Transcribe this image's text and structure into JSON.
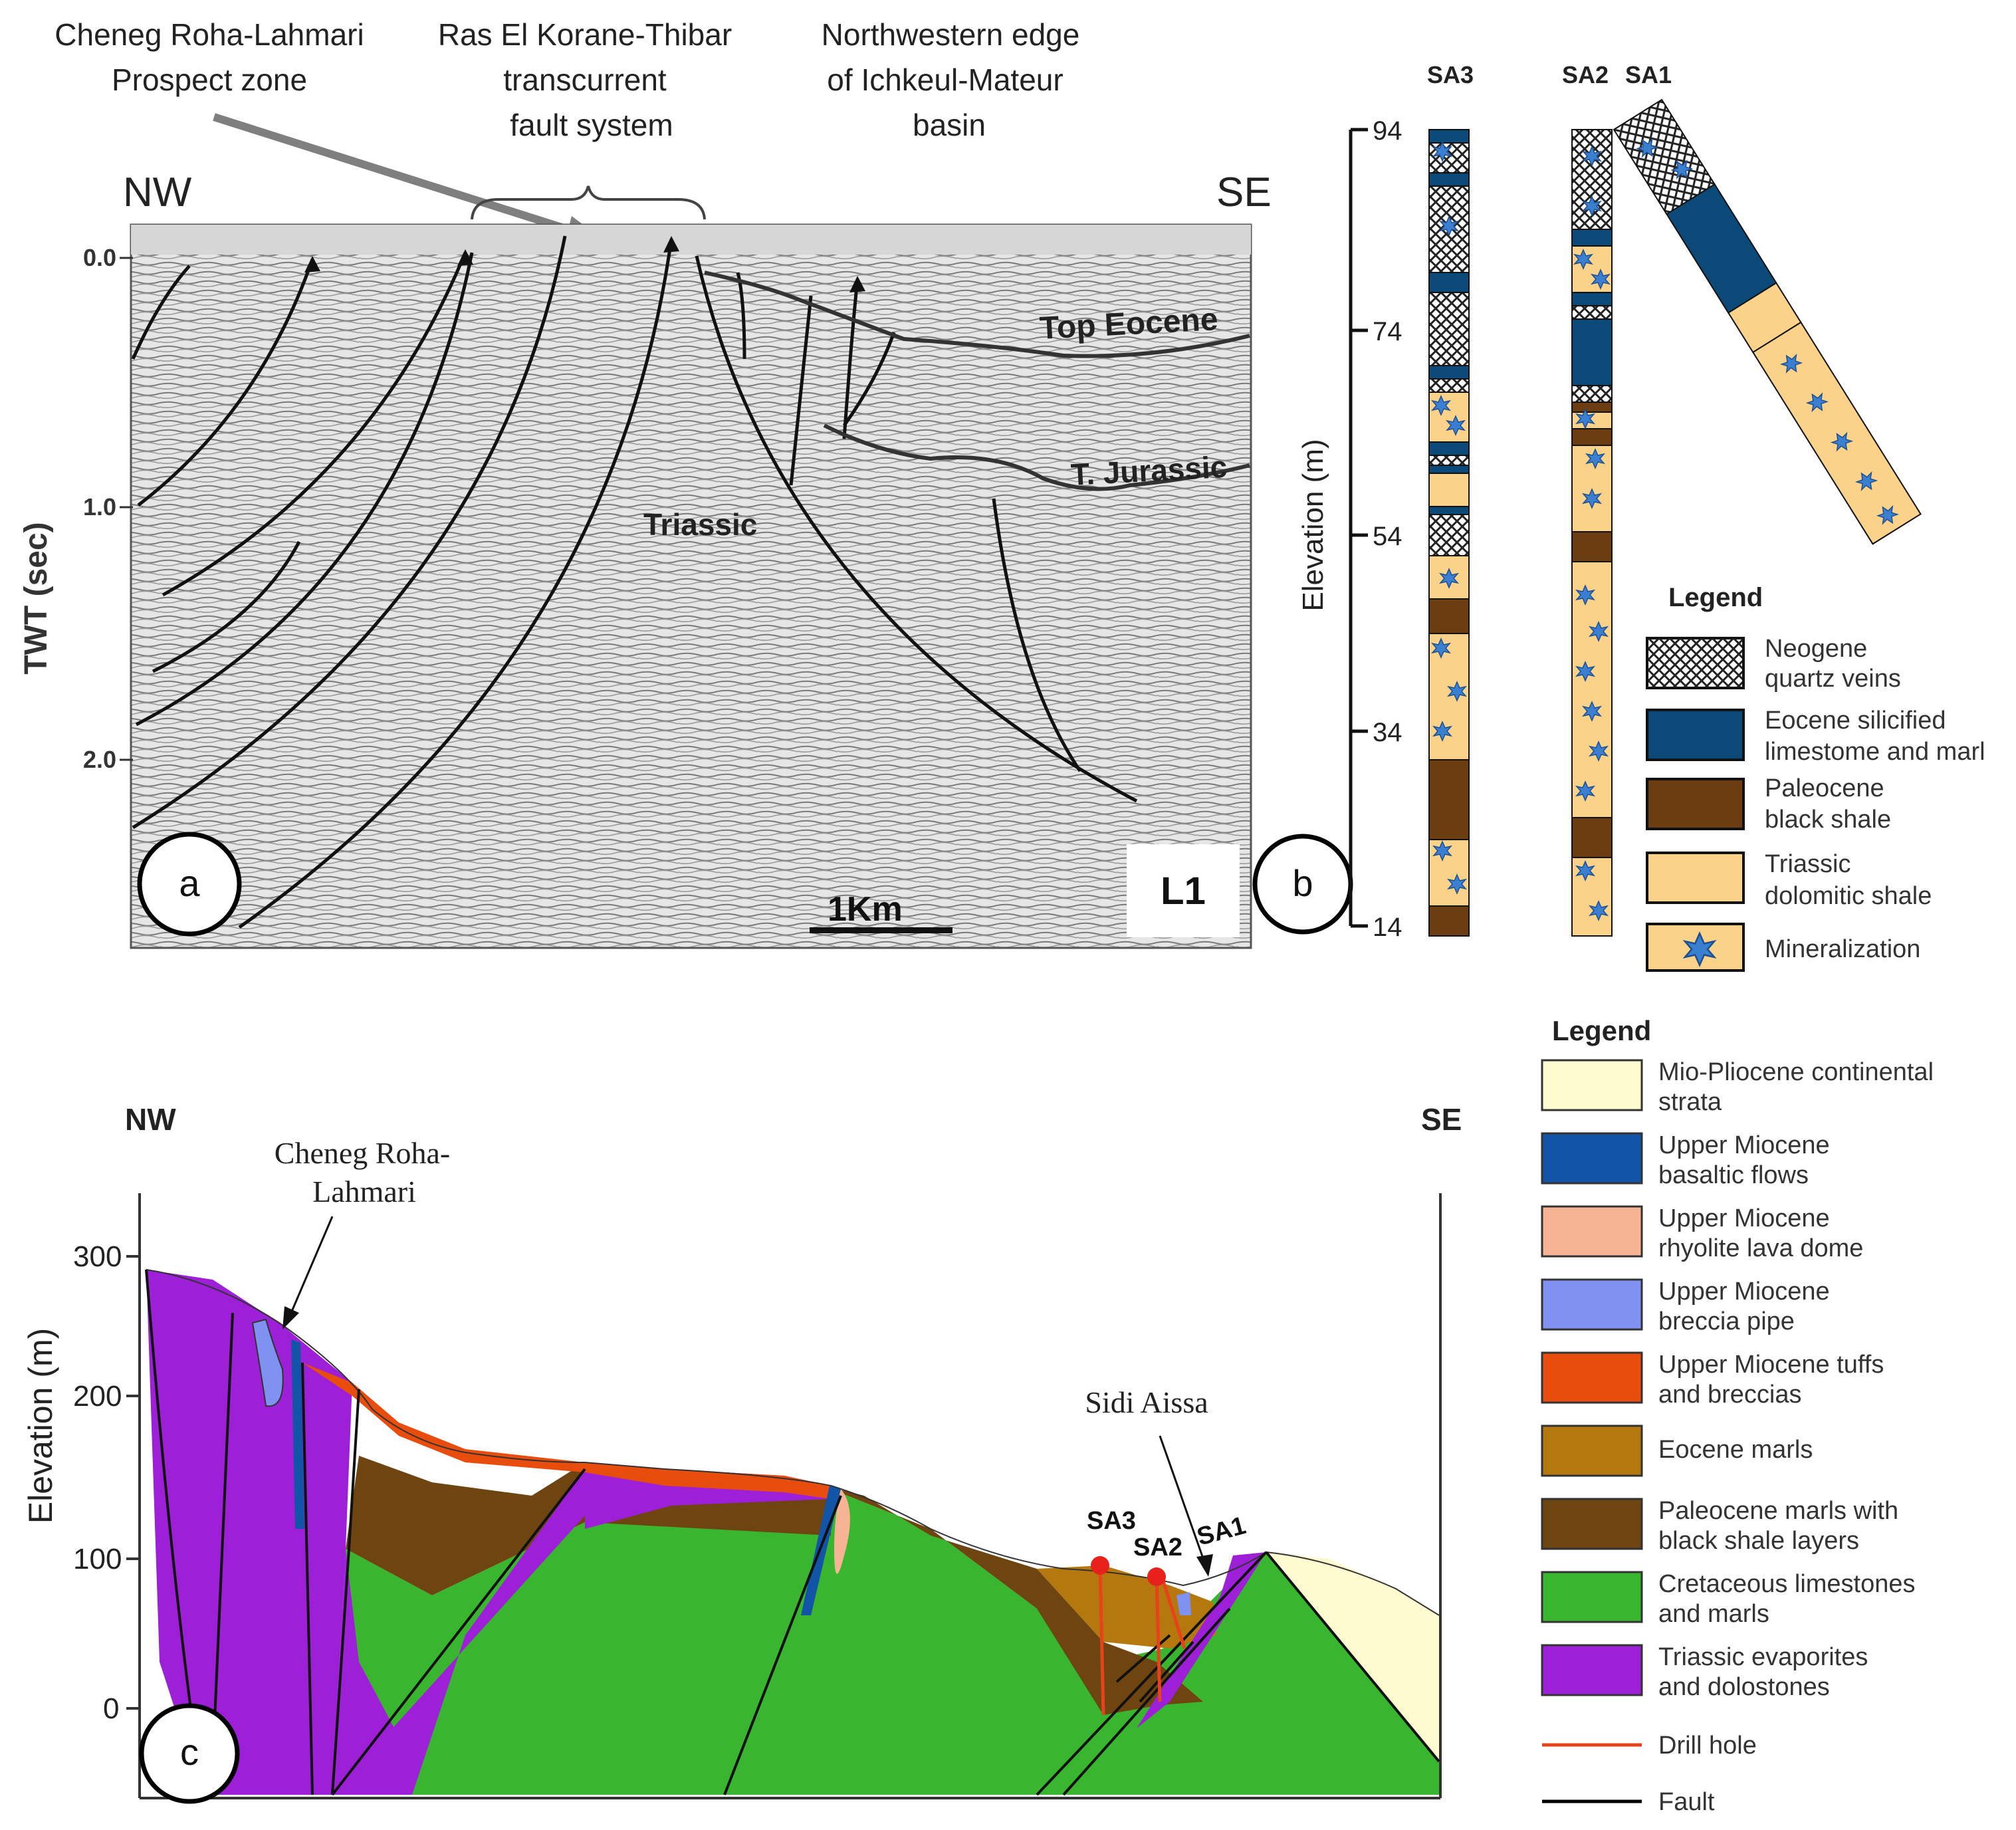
{
  "panel_a": {
    "callouts": {
      "prospect": [
        "Cheneg Roha-Lahmari",
        "Prospect zone"
      ],
      "fault_system": [
        "Ras El Korane-Thibar",
        "transcurrent",
        "fault system"
      ],
      "basin_edge": [
        "Northwestern edge",
        "of Ichkeul-Mateur",
        "basin"
      ]
    },
    "nw": "NW",
    "se": "SE",
    "y_axis_label": "TWT (sec)",
    "y_ticks": [
      "0.0",
      "1.0",
      "2.0"
    ],
    "horizon_top_eocene": "Top Eocene",
    "horizon_t_jurassic": "T. Jurassic",
    "unit_triassic": "Triassic",
    "scale_bar": "1Km",
    "line_id": "L1",
    "panel_label": "a"
  },
  "panel_b": {
    "panel_label": "b",
    "axis_label": "Elevation (m)",
    "ticks": [
      "94",
      "74",
      "54",
      "34",
      "14"
    ],
    "columns": [
      "SA3",
      "SA2",
      "SA1"
    ],
    "legend_title": "Legend",
    "legend": [
      {
        "line1": "Neogene",
        "line2": "quartz veins",
        "swatch": "crosshatch"
      },
      {
        "line1": "Eocene silicified",
        "line2": "limestome and marl",
        "swatch": "#0b4a78"
      },
      {
        "line1": "Paleocene",
        "line2": "black shale",
        "swatch": "#6b3d10"
      },
      {
        "line1": "Triassic",
        "line2": "dolomitic shale",
        "swatch": "#fad28a"
      },
      {
        "line1": "Mineralization",
        "line2": "",
        "swatch": "mineral"
      }
    ]
  },
  "panel_c": {
    "panel_label": "c",
    "nw": "NW",
    "se": "SE",
    "axis_label": "Elevation (m)",
    "ticks": [
      "300",
      "200",
      "100",
      "0"
    ],
    "cheneg_label": [
      "Cheneg Roha-",
      "Lahmari"
    ],
    "sidi_aissa": "Sidi Aissa",
    "drill_labels": [
      "SA3",
      "SA2",
      "SA1"
    ],
    "legend_title": "Legend",
    "legend": [
      {
        "line1": "Mio-Pliocene continental",
        "line2": "strata",
        "color": "#fffbd0"
      },
      {
        "line1": "Upper Miocene",
        "line2": "basaltic flows",
        "color": "#1154a8"
      },
      {
        "line1": "Upper Miocene",
        "line2": "rhyolite lava dome",
        "color": "#f7b495"
      },
      {
        "line1": "Upper Miocene",
        "line2": "breccia pipe",
        "color": "#7f92f2"
      },
      {
        "line1": "Upper Miocene tuffs",
        "line2": "and breccias",
        "color": "#e84d0e"
      },
      {
        "line1": "Eocene marls",
        "line2": "",
        "color": "#b5780e"
      },
      {
        "line1": "Paleocene marls with",
        "line2": "black shale layers",
        "color": "#6e4510"
      },
      {
        "line1": "Cretaceous limestones",
        "line2": "and marls",
        "color": "#3ab52f"
      },
      {
        "line1": "Triassic evaporites",
        "line2": "and dolostones",
        "color": "#9d1fd8"
      },
      {
        "line1": "Drill hole",
        "line2": "",
        "color": "#e8421c"
      },
      {
        "line1": "Fault",
        "line2": "",
        "color": "#000000"
      }
    ]
  }
}
